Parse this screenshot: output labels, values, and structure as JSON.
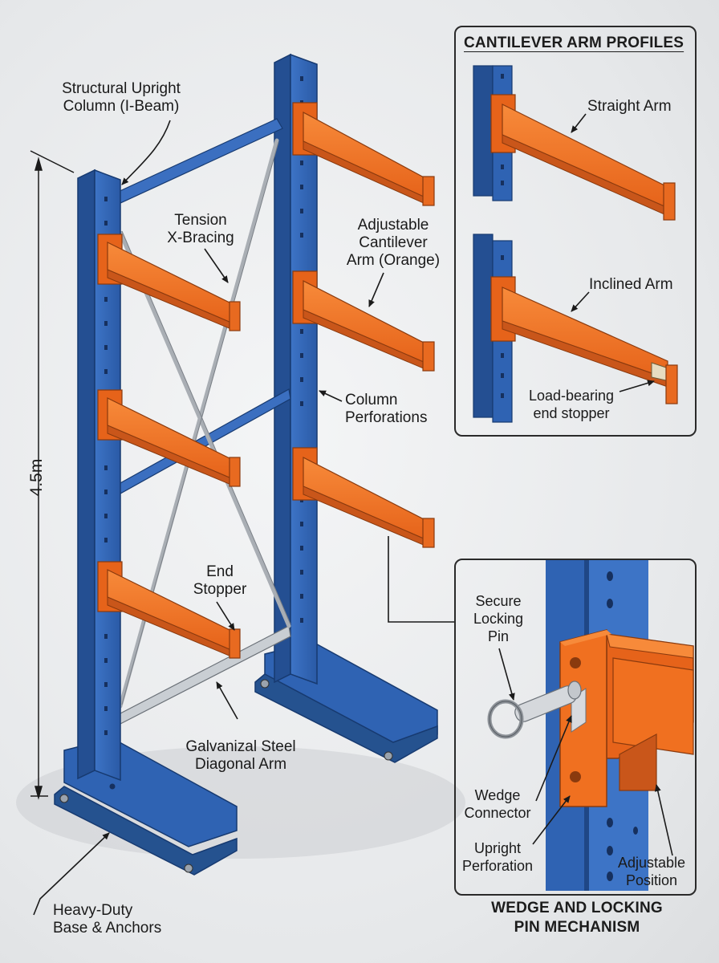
{
  "main_dimension": "4.5m",
  "labels": {
    "upright": "Structural Upright\nColumn (I-Beam)",
    "bracing": "Tension\nX-Bracing",
    "arm": "Adjustable\nCantilever\nArm (Orange)",
    "perforations": "Column\nPerforations",
    "end_stopper": "End\nStopper",
    "diagonal": "Galvanizal Steel\nDiagonal Arm",
    "base": "Heavy-Duty\nBase & Anchors"
  },
  "profiles_panel": {
    "title": "CANTILEVER ARM PROFILES",
    "straight": "Straight Arm",
    "inclined": "Inclined Arm",
    "stopper": "Load-bearing\nend stopper"
  },
  "detail_panel": {
    "pin": "Secure\nLocking\nPin",
    "wedge": "Wedge\nConnector",
    "perforation": "Upright\nPerforation",
    "position": "Adjustable\nPosition",
    "title": "WEDGE AND LOCKING\nPIN MECHANISM"
  },
  "colors": {
    "blue": "#2f63b3",
    "blue_dark": "#1f4786",
    "orange": "#f07020",
    "orange_dark": "#c9561a",
    "steel": "#b9bec4"
  }
}
